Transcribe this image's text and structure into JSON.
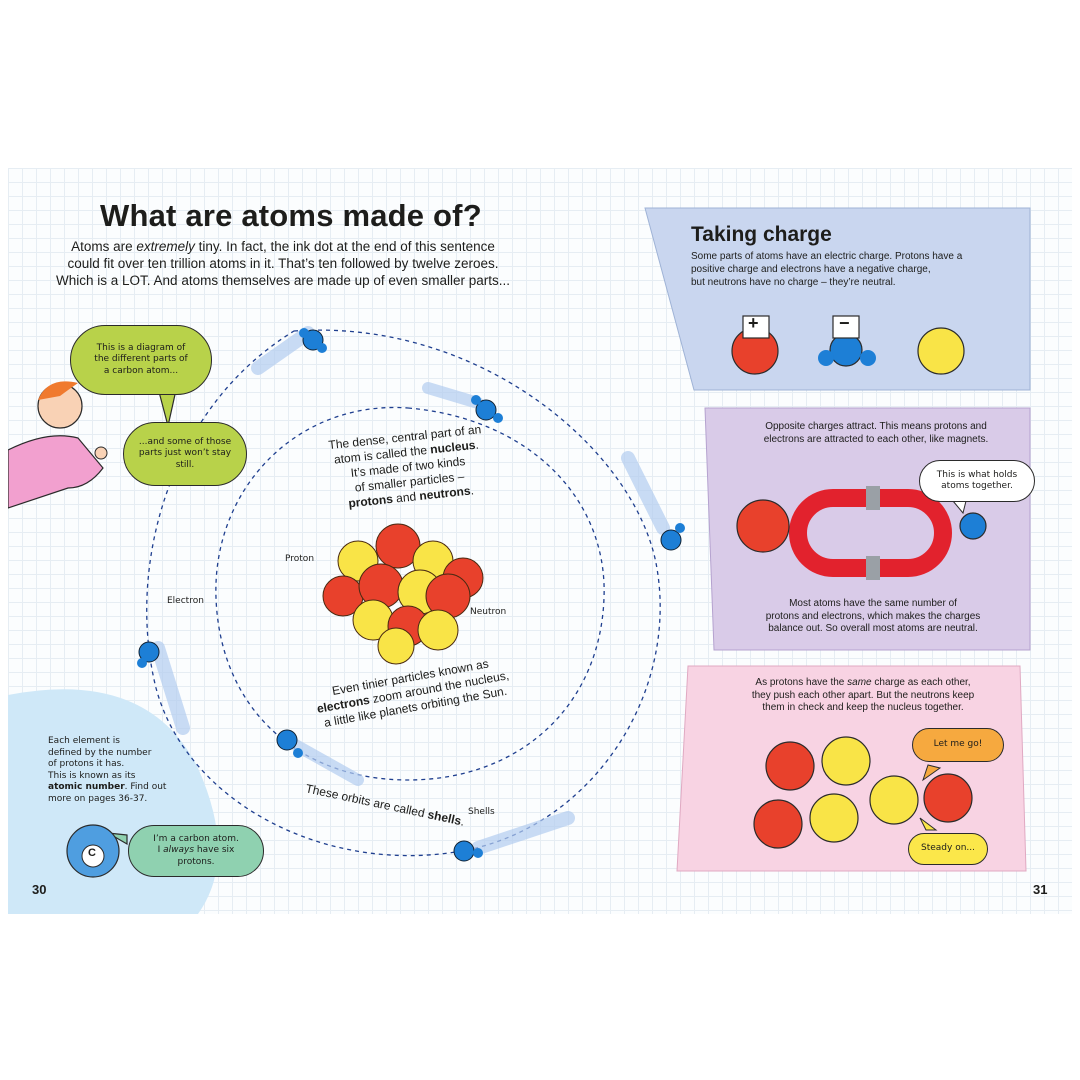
{
  "left_page": {
    "title": "What are atoms made of?",
    "intro_1a": "Atoms are ",
    "intro_1b": "extremely",
    "intro_1c": " tiny. In fact, the ink dot at the end of this sentence",
    "intro_2": "could fit over ten trillion atoms in it. That’s ten followed by twelve zeroes.",
    "intro_3": "Which is a LOT. And atoms themselves are made up of even smaller parts...",
    "bubble_diagram": "This is a diagram of the different parts of a carbon atom...",
    "bubble_parts": "...and some of those parts just won’t stay still.",
    "nucleus_1": "The dense, central part of an",
    "nucleus_2a": "atom is called the ",
    "nucleus_2b": "nucleus",
    "nucleus_2c": ".",
    "nucleus_3": "It’s made of two kinds",
    "nucleus_4": "of smaller particles –",
    "nucleus_5a": "protons",
    "nucleus_5b": " and ",
    "nucleus_5c": "neutrons",
    "nucleus_5d": ".",
    "label_proton": "Proton",
    "label_neutron": "Neutron",
    "label_electron": "Electron",
    "label_shells": "Shells",
    "electrons_1": "Even tinier particles known as",
    "electrons_2a": "electrons",
    "electrons_2b": " zoom around the nucleus,",
    "electrons_3": "a little like planets orbiting the Sun.",
    "orbits_a": "These orbits are called ",
    "orbits_b": "shells",
    "orbits_c": ".",
    "element_1": "Each element is",
    "element_2": "defined by the number",
    "element_3": "of protons it has.",
    "element_4": "This is known as its",
    "element_5a": "atomic number",
    "element_5b": ". Find out",
    "element_6": "more on pages 36-37.",
    "carbon_letter": "C",
    "carbon_1": "I’m a carbon atom.",
    "carbon_2a": "I ",
    "carbon_2b": "always",
    "carbon_2c": " have six protons.",
    "page_number": "30"
  },
  "right_page": {
    "charge_title": "Taking charge",
    "charge_1": "Some parts of atoms have an electric charge. Protons have a",
    "charge_2": "positive charge and electrons have a negative charge,",
    "charge_3": "but neutrons have no charge – they’re neutral.",
    "plus_sign": "+",
    "minus_sign": "−",
    "attract_1": "Opposite charges attract. This means protons and",
    "attract_2": "electrons are attracted to each other, like magnets.",
    "bubble_holds": "This is what holds atoms together.",
    "neutral_1": "Most atoms have the same number of",
    "neutral_2": "protons and electrons, which makes the charges",
    "neutral_3": "balance out. So overall most atoms are neutral.",
    "repel_1a": "As protons have the ",
    "repel_1b": "same",
    "repel_1c": " charge as each other,",
    "repel_2": "they push each other apart. But the neutrons keep",
    "repel_3": "them in check and keep the nucleus together.",
    "bubble_letgo": "Let me go!",
    "bubble_steady": "Steady on...",
    "page_number": "31"
  },
  "colors": {
    "proton": "#e8412c",
    "neutron": "#f9e447",
    "electron": "#1d7fd6",
    "panel_blue": "#c9d6ef",
    "panel_purple": "#d9cbe8",
    "panel_pink": "#f8d3e3",
    "magnet": "#e2222d",
    "bubble_green": "#b8d24a",
    "bubble_teal": "#8fd1b0",
    "bubble_orange": "#f6a93f",
    "bubble_yellow": "#fbe74a",
    "atomic_circle": "#cfe8f8"
  }
}
